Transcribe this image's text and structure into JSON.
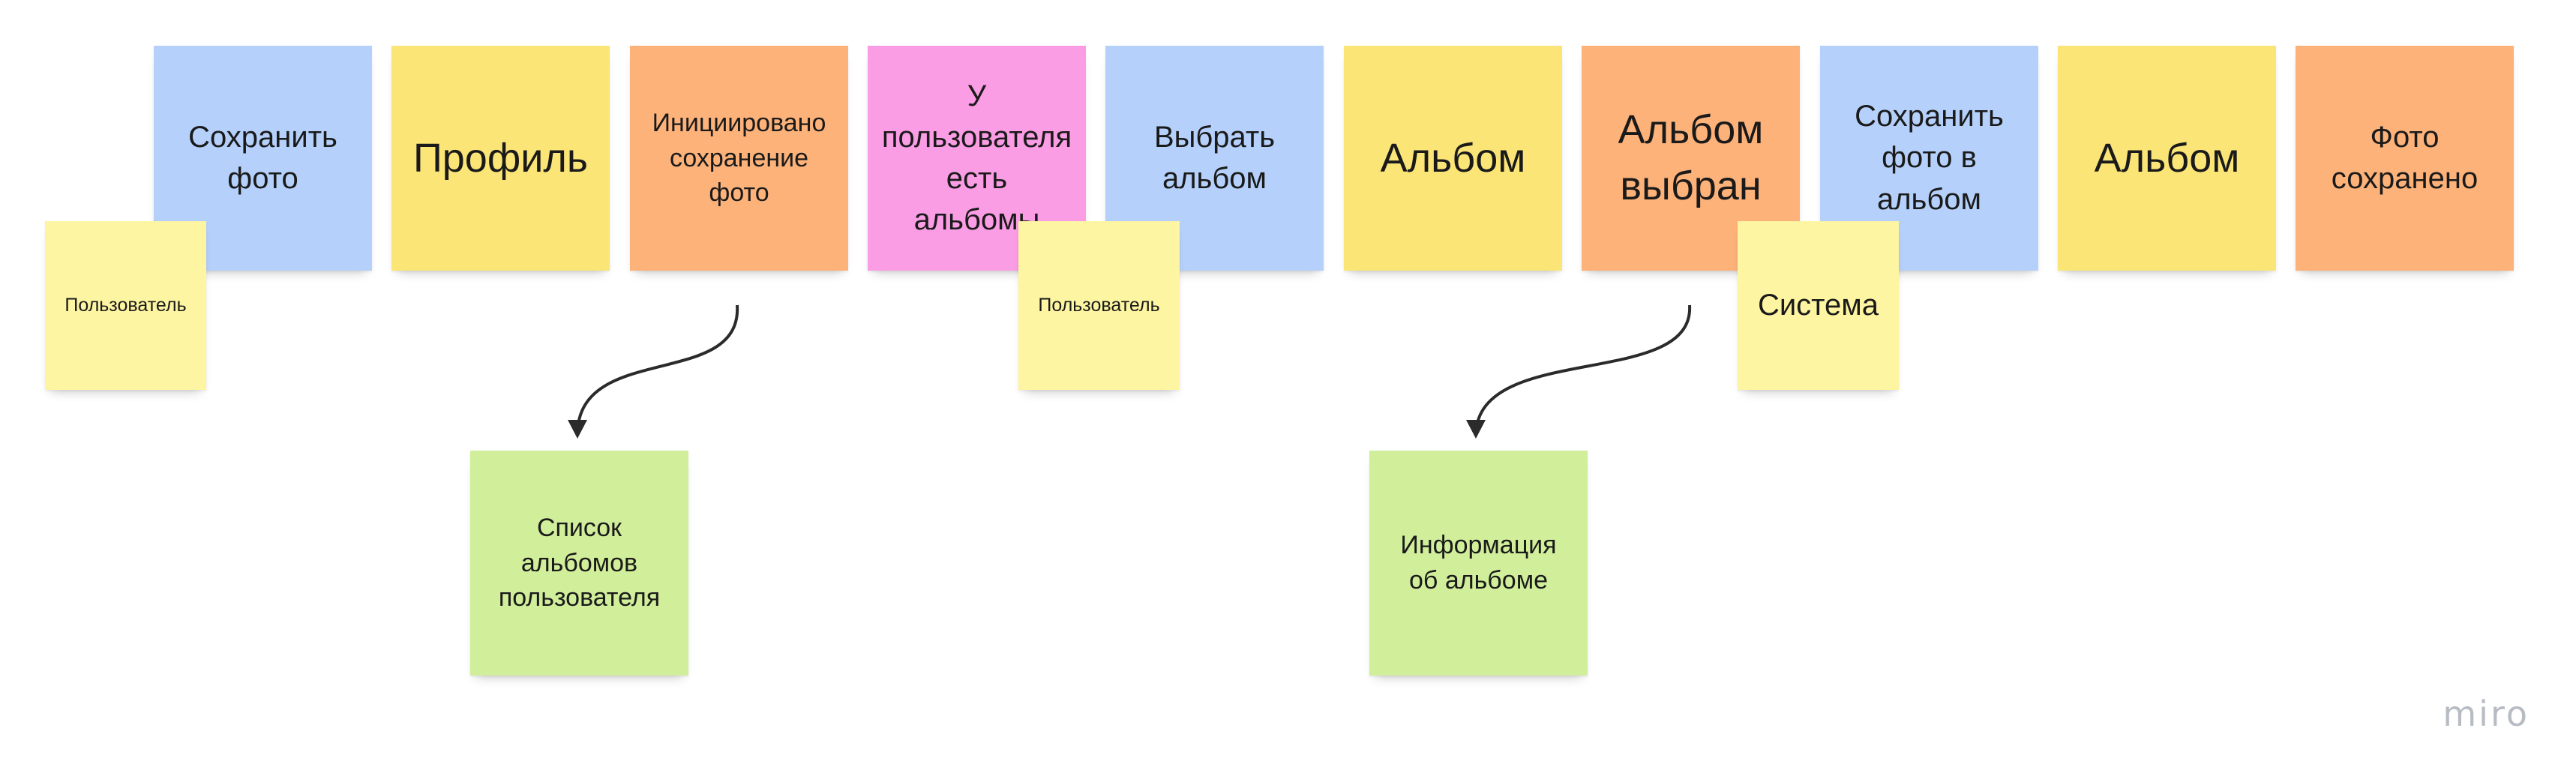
{
  "board": {
    "top_row": [
      {
        "text": "Сохранить фото",
        "color": "#b5d1fb"
      },
      {
        "text": "Профиль",
        "color": "#fbe577"
      },
      {
        "text": "Инициировано сохранение фото",
        "color": "#fdb27a"
      },
      {
        "text": "У пользователя есть альбомы",
        "color": "#fb9de5"
      },
      {
        "text": "Выбрать альбом",
        "color": "#b5d1fb"
      },
      {
        "text": "Альбом",
        "color": "#fbe577"
      },
      {
        "text": "Альбом выбран",
        "color": "#fdb27a"
      },
      {
        "text": "Сохранить фото в альбом",
        "color": "#b5d1fb"
      },
      {
        "text": "Альбом",
        "color": "#fbe577"
      },
      {
        "text": "Фото сохранено",
        "color": "#fdb27a"
      }
    ],
    "actors": [
      {
        "text": "Пользователь",
        "color": "#fdf5a2"
      },
      {
        "text": "Пользователь",
        "color": "#fdf5a2"
      },
      {
        "text": "Система",
        "color": "#fdf5a2"
      }
    ],
    "read_models": [
      {
        "text": "Список альбомов пользователя",
        "color": "#d1ee9b"
      },
      {
        "text": "Информация об альбоме",
        "color": "#d1ee9b"
      }
    ]
  },
  "branding": {
    "logo_text": "miro"
  },
  "icons": [
    "curved-arrow-icon"
  ]
}
